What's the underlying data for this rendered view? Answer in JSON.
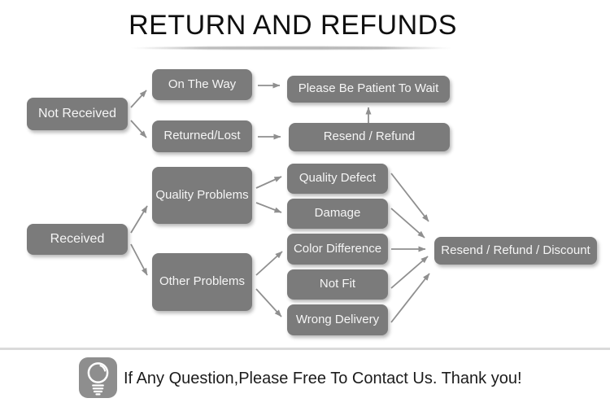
{
  "title": "RETURN AND REFUNDS",
  "flowchart": {
    "nodes": {
      "not_received": "Not Received",
      "on_the_way": "On The Way",
      "returned_lost": "Returned/Lost",
      "please_wait": "Please Be Patient To Wait",
      "resend_refund": "Resend / Refund",
      "received": "Received",
      "quality_problems": "Quality Problems",
      "other_problems": "Other Problems",
      "quality_defect": "Quality Defect",
      "damage": "Damage",
      "color_difference": "Color Difference",
      "not_fit": "Not Fit",
      "wrong_delivery": "Wrong Delivery",
      "resend_refund_discount": "Resend / Refund / Discount"
    },
    "edges": [
      {
        "from": "Not Received",
        "to": "On The Way"
      },
      {
        "from": "Not Received",
        "to": "Returned/Lost"
      },
      {
        "from": "On The Way",
        "to": "Please Be Patient To Wait"
      },
      {
        "from": "Returned/Lost",
        "to": "Resend / Refund"
      },
      {
        "from": "Resend / Refund",
        "to": "Please Be Patient To Wait"
      },
      {
        "from": "Received",
        "to": "Quality Problems"
      },
      {
        "from": "Received",
        "to": "Other Problems"
      },
      {
        "from": "Quality Problems",
        "to": "Quality Defect"
      },
      {
        "from": "Quality Problems",
        "to": "Damage"
      },
      {
        "from": "Other Problems",
        "to": "Color Difference"
      },
      {
        "from": "Other Problems",
        "to": "Wrong Delivery"
      },
      {
        "from": "Quality Defect",
        "to": "Resend / Refund / Discount"
      },
      {
        "from": "Damage",
        "to": "Resend / Refund / Discount"
      },
      {
        "from": "Color Difference",
        "to": "Resend / Refund / Discount"
      },
      {
        "from": "Not Fit",
        "to": "Resend / Refund / Discount"
      },
      {
        "from": "Wrong Delivery",
        "to": "Resend / Refund / Discount"
      }
    ]
  },
  "footer": {
    "icon": "light-bulb-icon",
    "text": "If Any Question,Please Free To Contact Us. Thank you!"
  },
  "colors": {
    "node_fill": "#7b7b7b",
    "node_text": "#f5f5f5",
    "arrow": "#8f8f8f",
    "title_text": "#0f0f0f",
    "divider": "#dadada",
    "icon_bg": "#8e8e8e"
  }
}
